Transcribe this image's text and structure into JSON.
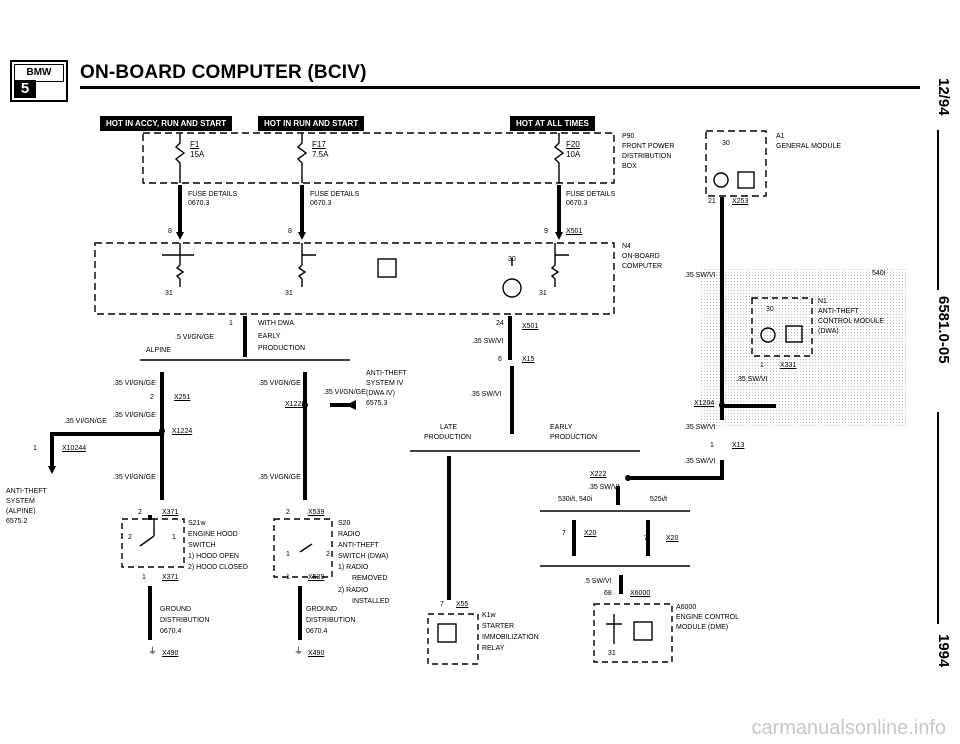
{
  "header": {
    "logo_top": "BMW",
    "logo_bottom": "5",
    "title": "ON-BOARD COMPUTER (BCIV)",
    "side_date": "12/94",
    "side_code": "6581.0-05",
    "side_year": "1994"
  },
  "badges": {
    "accy": "HOT IN ACCY, RUN AND START",
    "run": "HOT IN RUN AND START",
    "all": "HOT AT ALL TIMES"
  },
  "fuses": {
    "f1": "F1",
    "f1_amp": "15A",
    "f17": "F17",
    "f17_amp": "7.5A",
    "f20": "F20",
    "f20_amp": "10A",
    "fuse_details": "FUSE DETAILS",
    "fuse_ref": "0670.3"
  },
  "p90": {
    "code": "P90",
    "l1": "FRONT POWER",
    "l2": "DISTRIBUTION",
    "l3": "BOX"
  },
  "a1": {
    "code": "A1",
    "label": "GENERAL MODULE",
    "pin30": "30",
    "pin21": "21",
    "conn": "X253"
  },
  "n4": {
    "code": "N4",
    "l1": "ON-BOARD",
    "l2": "COMPUTER"
  },
  "pins": {
    "p8a": "8",
    "p8b": "8",
    "p9": "9",
    "x501": "X501",
    "p30": "30",
    "p31a": "31",
    "p31b": "31",
    "p31c": "31",
    "p1": "1",
    "p24": "24",
    "p6": "6",
    "x15": "X15"
  },
  "wires": {
    "w5vign": ".5 VI/GN/GE",
    "w35sw_a": ".35 SW/VI",
    "w35sw_b": ".35 SW/VI",
    "w35sw_c": ".35 SW/VI",
    "w35sw_d": ".35 SW/VI",
    "w35sw_e": ".35 SW/VI",
    "w35sw_f": ".35 SW/VI",
    "w35sw_g": ".35 SW/VI",
    "w35vign_a": ".35 VI/GN/GE",
    "w35vign_b": ".35 VI/GN/GE",
    "w35vign_c": ".35 VI/GN/GE",
    "w35vign_d": ".35 VI/GN/GE",
    "w35vign_e": ".35 VI/GN/GE",
    "w35vign_f": ".35 VI/GN/GE",
    "w35vign_g": ".35 VI/GN/GE",
    "w5swvi": ".5 SW/VI"
  },
  "dwa": {
    "l1": "WITH DWA",
    "l2": "EARLY",
    "l3": "PRODUCTION"
  },
  "alpine": "ALPINE",
  "connectors": {
    "x251": "X251",
    "p2a": "2",
    "x1225": "X1225",
    "x1224": "X1224",
    "x10244": "X10244",
    "p1a": "1",
    "x371a": "X371",
    "p2b": "2",
    "x371b": "X371",
    "p1b": "1",
    "x539a": "X539",
    "p2c": "2",
    "x539b": "X539",
    "p1c": "1",
    "x1204": "X1204",
    "x13": "X13",
    "p1d": "1",
    "x222": "X222",
    "x20a": "X20",
    "p7a": "7",
    "x20b": "X20",
    "p7b": "7",
    "x6000": "X6000",
    "p68": "68",
    "x55": "X55",
    "p7c": "7",
    "x331": "X331",
    "p1e": "1"
  },
  "antitheft_system": {
    "l1": "ANTI-THEFT",
    "l2": "SYSTEM IV",
    "l3": "(DWA IV)",
    "l4": "6575.3"
  },
  "antitheft_alpine": {
    "l1": "ANTI-THEFT",
    "l2": "SYSTEM",
    "l3": "(ALPINE)",
    "l4": "6575.2"
  },
  "s21w": {
    "code": "S21w",
    "l1": "ENGINE HOOD",
    "l2": "SWITCH",
    "l3": "1)  HOOD OPEN",
    "l4": "2)  HOOD CLOSED",
    "p2": "2",
    "p1": "1"
  },
  "s20": {
    "code": "S20",
    "l1": "RADIO",
    "l2": "ANTI-THEFT",
    "l3": "SWITCH (DWA)",
    "l4": "1)  RADIO",
    "l5": "REMOVED",
    "l6": "2)  RADIO",
    "l7": "INSTALLED",
    "p1": "1",
    "p2": "2"
  },
  "ground_a": {
    "l1": "GROUND",
    "l2": "DISTRIBUTION",
    "l3": "0670.4",
    "x": "X490"
  },
  "ground_b": {
    "l1": "GROUND",
    "l2": "DISTRIBUTION",
    "l3": "0670.4",
    "x": "X490"
  },
  "production": {
    "late": "LATE",
    "late2": "PRODUCTION",
    "early": "EARLY",
    "early2": "PRODUCTION"
  },
  "variants": {
    "v1": "530i/t, 540i",
    "v2": "525i/t"
  },
  "n1": {
    "code": "N1",
    "l1": "ANTI-THEFT",
    "l2": "CONTROL MODULE",
    "l3": "(DWA)",
    "p30": "30"
  },
  "model540": "540i",
  "k1w": {
    "code": "K1w",
    "l1": "STARTER",
    "l2": "IMMOBILIZATION",
    "l3": "RELAY"
  },
  "a6000": {
    "code": "A6000",
    "l1": "ENGINE CONTROL",
    "l2": "MODULE (DME)",
    "p31": "31"
  },
  "watermark": "carmanualsonline.info"
}
